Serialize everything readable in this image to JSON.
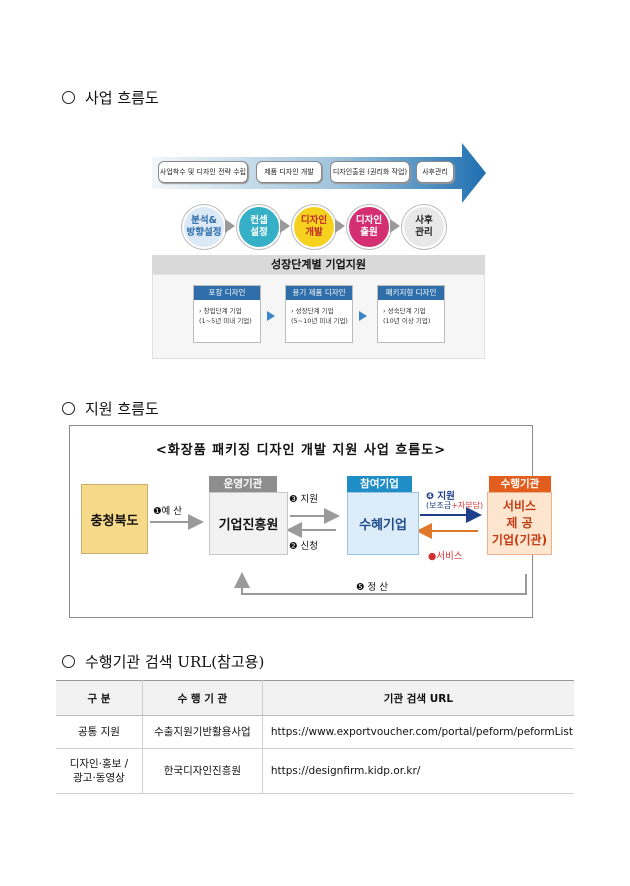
{
  "section1": {
    "heading": "사업 흐름도"
  },
  "figure1": {
    "steps": [
      "사업착수 및 디자인 전략 수립",
      "제품 디자인 개발",
      "디자인출원 (권리화 작업)",
      "사후관리"
    ],
    "circles": [
      {
        "label": "분석&\n방향설정",
        "color": "#2c6aa8",
        "bg": "#dbe9f6"
      },
      {
        "label": "컨셉\n설정",
        "color": "#ffffff",
        "bg": "#35b0c6"
      },
      {
        "label": "디자인\n개발",
        "color": "#c0282a",
        "bg": "#f6d21f"
      },
      {
        "label": "디자인\n출원",
        "color": "#ffffff",
        "bg": "#d32f72"
      },
      {
        "label": "사후\n관리",
        "color": "#222222",
        "bg": "#e8e8e8"
      }
    ],
    "stage_title": "성장단계별 기업지원",
    "stages": [
      {
        "title": "포장 디자인",
        "desc1": "› 창업단계 기업",
        "desc2": "(1~5년 미내 기업)"
      },
      {
        "title": "용기 제품 디자인",
        "desc1": "› 성장단계 기업",
        "desc2": "(5~10년 미내 기업)"
      },
      {
        "title": "패키지형 디자인",
        "desc1": "› 성숙단계 기업",
        "desc2": "(10년 이상 기업)"
      }
    ]
  },
  "section2": {
    "heading": "지원 흐름도"
  },
  "figure2": {
    "title": "<화장품 패키징 디자인 개발 지원 사업 흐름도>",
    "province": "충청북도",
    "budget_label": "❶예 산",
    "operator_head": "운영기관",
    "operator": "기업진흥원",
    "support_label": "❸ 지원",
    "apply_label": "❷ 신청",
    "participant_head": "참여기업",
    "participant": "수혜기업",
    "vendor_support_label": "❹ 지원",
    "vendor_support_sub_left": "(보조금",
    "vendor_support_sub_right": "+자부담)",
    "service_label": "●서비스",
    "vendor_head": "수행기관",
    "vendor": "서비스\n제 공\n기업(기관)",
    "settle_label": "❺ 정 산"
  },
  "section3": {
    "heading": "수행기관 검색 URL(참고용)"
  },
  "table": {
    "headers": [
      "구  분",
      "수 행 기 관",
      "기관 검색 URL"
    ],
    "rows": [
      [
        "공통 지원",
        "수출지원기반활용사업",
        "https://www.exportvoucher.com/portal/peform/peformList"
      ],
      [
        "디자인·홍보 /\n광고·동영상",
        "한국디자인진흥원",
        "https://designfirm.kidp.or.kr/"
      ]
    ]
  }
}
